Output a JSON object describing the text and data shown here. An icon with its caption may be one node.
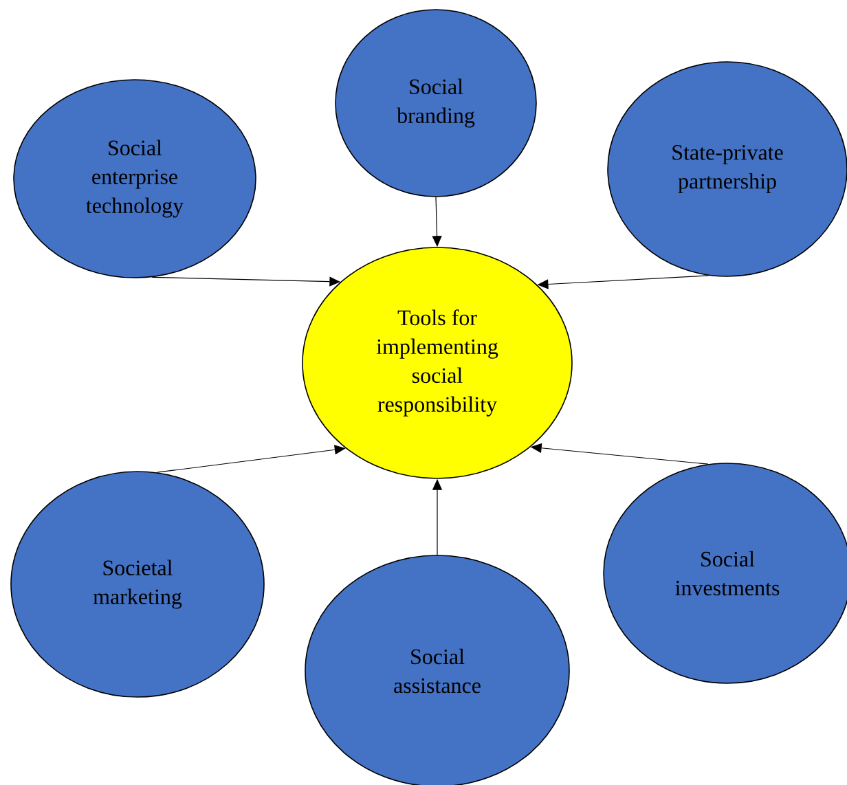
{
  "diagram": {
    "nodes": [
      {
        "text": [
          "Tools for implementing social responsibility"
        ]
      },
      {
        "text": [
          "Social enterprise technology"
        ]
      },
      {
        "text": [
          "Social branding"
        ]
      },
      {
        "text": [
          "State-private partnership"
        ]
      },
      {
        "text": [
          "Societal marketing"
        ]
      },
      {
        "text": [
          "Social assistance"
        ]
      },
      {
        "text": [
          "Social investments"
        ]
      }
    ],
    "edges": [
      {
        "from": 1,
        "to": 0,
        "arrow": "to"
      },
      {
        "from": 2,
        "to": 0,
        "arrow": "to"
      },
      {
        "from": 3,
        "to": 0,
        "arrow": "to"
      },
      {
        "from": 4,
        "to": 0,
        "arrow": "to"
      },
      {
        "from": 5,
        "to": 0,
        "arrow": "to"
      },
      {
        "from": 6,
        "to": 0,
        "arrow": "to"
      }
    ]
  }
}
